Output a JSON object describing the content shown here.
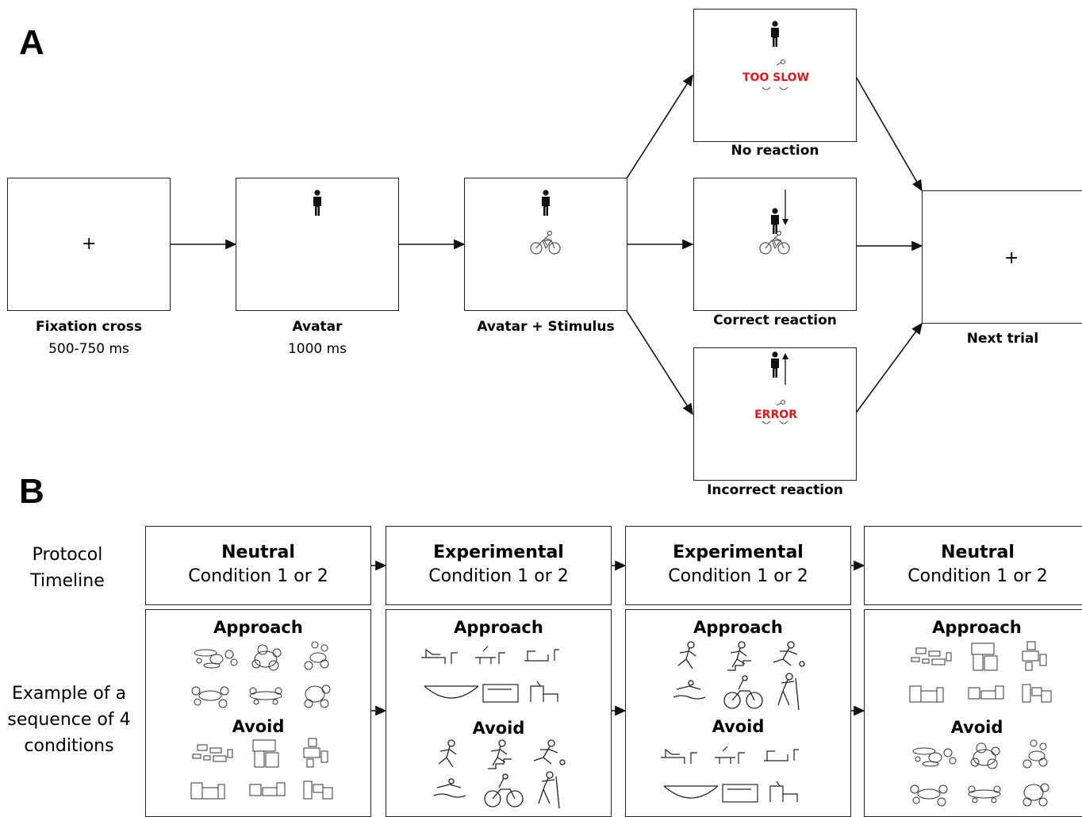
{
  "panel_a": {
    "letter": "A",
    "fixation": {
      "symbol": "+",
      "title": "Fixation cross",
      "duration": "500-750 ms"
    },
    "avatar": {
      "title": "Avatar",
      "duration": "1000 ms"
    },
    "avatar_stimulus": {
      "title": "Avatar + Stimulus"
    },
    "no_reaction": {
      "title": "No reaction",
      "feedback": "TOO SLOW"
    },
    "correct": {
      "title": "Correct reaction"
    },
    "incorrect": {
      "title": "Incorrect reaction",
      "feedback": "ERROR"
    },
    "next": {
      "symbol": "+",
      "title": "Next trial"
    }
  },
  "panel_b": {
    "letter": "B",
    "row1_label": "Protocol Timeline",
    "row2_label": "Example of a sequence of 4 conditions",
    "conditions": [
      {
        "title": "Neutral",
        "subtitle": "Condition 1 or 2",
        "approach": "Approach",
        "avoid": "Avoid",
        "approach_icons": "abstract-circles",
        "avoid_icons": "abstract-rectangles"
      },
      {
        "title": "Experimental",
        "subtitle": "Condition 1 or 2",
        "approach": "Approach",
        "avoid": "Avoid",
        "approach_icons": "sedentary",
        "avoid_icons": "active"
      },
      {
        "title": "Experimental",
        "subtitle": "Condition 1 or 2",
        "approach": "Approach",
        "avoid": "Avoid",
        "approach_icons": "active",
        "avoid_icons": "sedentary"
      },
      {
        "title": "Neutral",
        "subtitle": "Condition 1 or 2",
        "approach": "Approach",
        "avoid": "Avoid",
        "approach_icons": "abstract-rectangles",
        "avoid_icons": "abstract-circles"
      }
    ]
  }
}
